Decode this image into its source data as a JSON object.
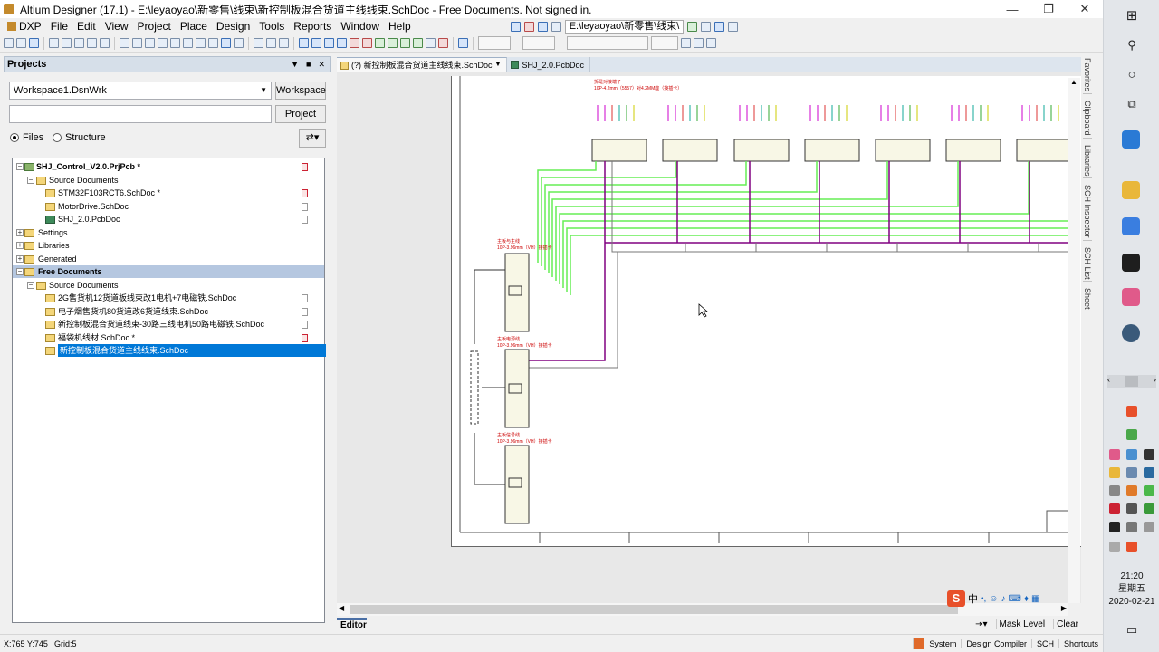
{
  "window": {
    "title": "Altium Designer (17.1) - E:\\leyaoyao\\新零售\\线束\\新控制板混合货道主线线束.SchDoc - Free Documents. Not signed in.",
    "minimize": "—",
    "maximize": "❐",
    "close": "✕"
  },
  "menu": {
    "items": [
      "DXP",
      "File",
      "Edit",
      "View",
      "Project",
      "Place",
      "Design",
      "Tools",
      "Reports",
      "Window",
      "Help"
    ],
    "path": "E:\\leyaoyao\\新零售\\线束\\"
  },
  "projects_panel": {
    "title": "Projects",
    "workspace_value": "Workspace1.DsnWrk",
    "workspace_button": "Workspace",
    "project_button": "Project",
    "radio_files": "Files",
    "radio_structure": "Structure"
  },
  "tree": {
    "project": "SHJ_Control_V2.0.PrjPcb *",
    "source_documents": "Source Documents",
    "project_docs": [
      "STM32F103RCT6.SchDoc *",
      "MotorDrive.SchDoc",
      "SHJ_2.0.PcbDoc"
    ],
    "settings": "Settings",
    "libraries": "Libraries",
    "generated": "Generated",
    "free_documents": "Free Documents",
    "free_source_documents": "Source Documents",
    "free_docs": [
      "2G售货机12货道板线束改1电机+7电磁铁.SchDoc",
      "电子烟售货机80货道改6货道线束.SchDoc",
      "新控制板混合货道线束-30路三线电机50路电磁铁.SchDoc",
      "福袋机线材.SchDoc *",
      "新控制板混合货道主线线束.SchDoc"
    ]
  },
  "tabs": [
    "(?) 新控制板混合货道主线线束.SchDoc",
    "SHJ_2.0.PcbDoc"
  ],
  "schematic": {
    "top_note_1": "拆是对接端子",
    "top_note_2": "10P-4.2mm（5557）对4.2MM座（接插卡）",
    "side_note_1": "主板与主线",
    "side_note_2": "10P-3.96mm（VH）接插卡",
    "side_note_3": "主板电源线",
    "side_note_4": "10P-3.96mm（VH）接插卡",
    "side_note_5": "主板信号线",
    "side_note_6": "10P-3.96mm（VH）接插卡"
  },
  "side_tabs": [
    "Favorites",
    "Clipboard",
    "Libraries",
    "SCH Inspector",
    "SCH List",
    "Sheet"
  ],
  "editor_bar": {
    "editor": "Editor",
    "mask_level": "Mask Level",
    "clear": "Clear"
  },
  "status": {
    "xy": "X:765 Y:745",
    "grid": "Grid:5",
    "system": "System",
    "design_compiler": "Design Compiler",
    "sch": "SCH",
    "shortcuts": "Shortcuts"
  },
  "ime": {
    "logo": "S",
    "mode": "中"
  },
  "clock": {
    "time": "21:20",
    "weekday": "星期五",
    "date": "2020-02-21"
  },
  "colors": {
    "wire_green": "#66ee55",
    "wire_purple": "#800080",
    "selection": "#0078d7"
  }
}
